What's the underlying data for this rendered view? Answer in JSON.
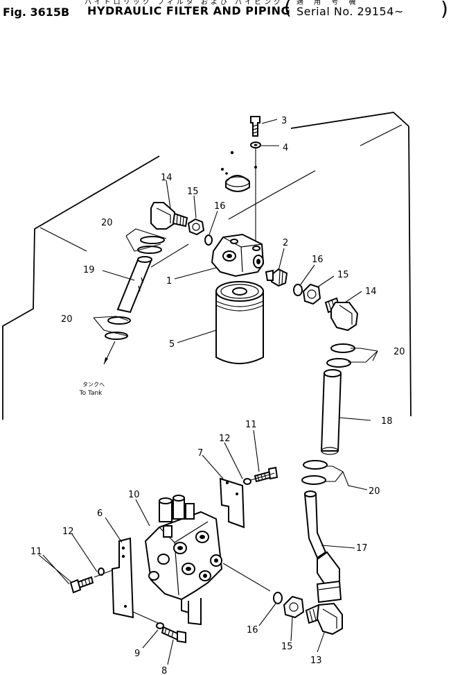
{
  "figure": {
    "number": "Fig. 3615B",
    "title": "HYDRAULIC FILTER AND PIPING",
    "title_jp": "ハイドロリック フィルタ および パイピング",
    "serial_jp": "適 用 号 機",
    "serial": "Serial No. 29154~"
  },
  "annotations": {
    "tank_jp": "タンクへ",
    "tank_en": "To Tank"
  },
  "callouts": {
    "c1": "1",
    "c2": "2",
    "c3": "3",
    "c4": "4",
    "c5": "5",
    "c6": "6",
    "c7": "7",
    "c8": "8",
    "c9": "9",
    "c10": "10",
    "c11a": "11",
    "c11b": "11",
    "c12a": "12",
    "c12b": "12",
    "c13": "13",
    "c14a": "14",
    "c14b": "14",
    "c15a": "15",
    "c15b": "15",
    "c15c": "15",
    "c16a": "16",
    "c16b": "16",
    "c16c": "16",
    "c17": "17",
    "c18": "18",
    "c19": "19",
    "c20a": "20",
    "c20b": "20",
    "c20c": "20",
    "c20d": "20"
  }
}
